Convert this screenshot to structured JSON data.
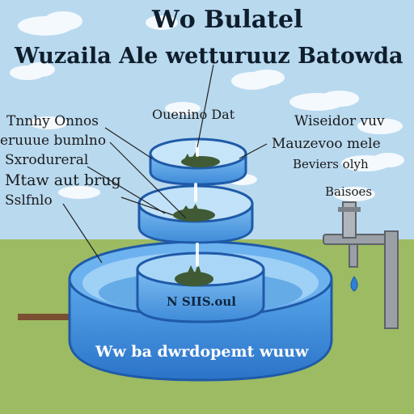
{
  "title_line1": "Wо Bulatel",
  "title_line2": "Wuzaila Ale wetturuuz Batowda",
  "labels": {
    "left1": "Tnnhy Onnos",
    "left2": "eruuue bumlno",
    "left3": "Sxrodureral",
    "left4": "Mtaw aut brug",
    "left5": "Sslfnlo",
    "top_center": "Ouenino Dat",
    "right1": "Wiseidor vuv",
    "right2": "Mauzevoo mele",
    "right3": "Beviers olyh",
    "right4": "Baisoes",
    "tank_inner": "N SIIS.oul",
    "tank_outer": "Ww ba dwrdopemt wuuw"
  },
  "colors": {
    "sky": "#b9d9ef",
    "grass": "#9dbb62",
    "water": "#4d9be0",
    "rim": "#2b6fc4",
    "pipe": "#9aa0a6",
    "drop": "#2f80d8"
  }
}
